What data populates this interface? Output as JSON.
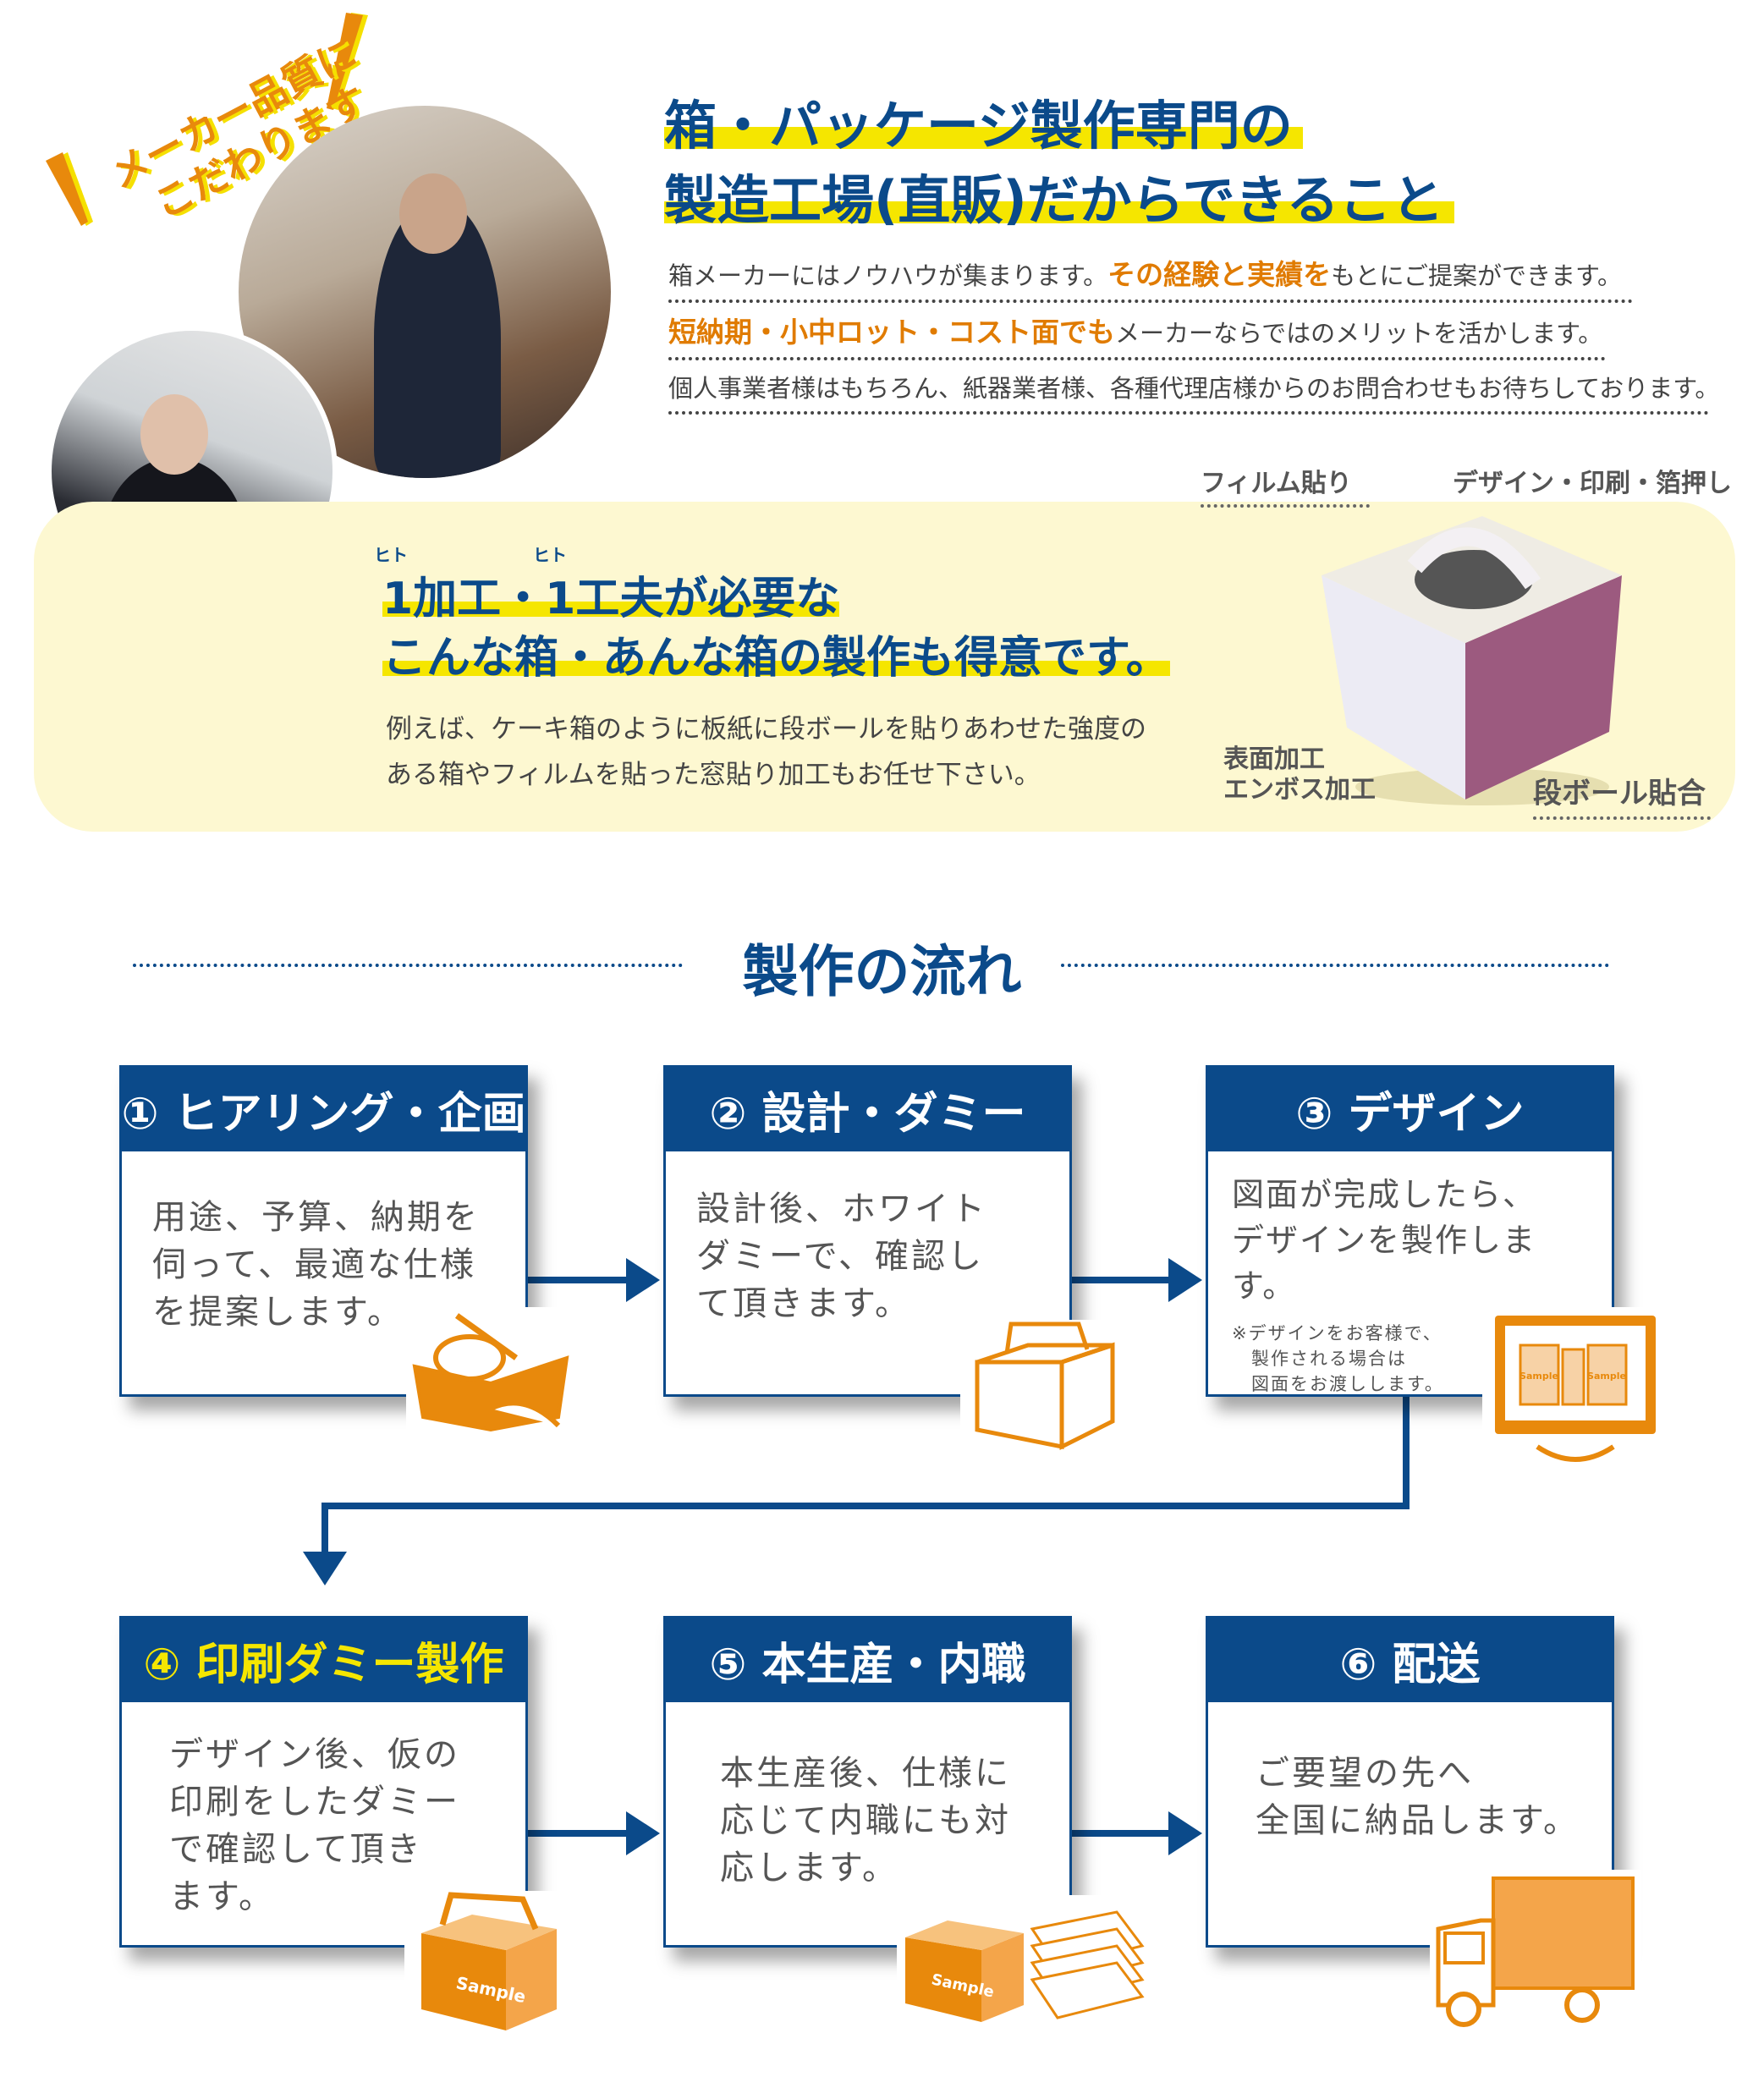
{
  "badge": {
    "line1": "メーカー品質に",
    "line2": "こだわります"
  },
  "hero": {
    "title_line1": "箱・パッケージ製作専門の",
    "title_line2": "製造工場(直販)だからできること",
    "intro": [
      {
        "pre": "箱メーカーにはノウハウが集まります。",
        "bold": "その経験と実績を",
        "post": "もとにご提案ができます。"
      },
      {
        "pre": "",
        "bold": "短納期・小中ロット・コスト面でも",
        "post": "メーカーならではのメリットを活かします。"
      },
      {
        "pre": "個人事業者様はもちろん、紙器業者様、各種代理店様からのお問合わせもお待ちしております。",
        "bold": "",
        "post": ""
      }
    ]
  },
  "special": {
    "ruby": "ヒト",
    "title_line1": "1加工・1工夫が必要な",
    "title_line2": "こんな箱・あんな箱の製作も得意です。",
    "body_line1": "例えば、ケーキ箱のように板紙に段ボールを貼りあわせた強度の",
    "body_line2": "ある箱やフィルムを貼った窓貼り加工もお任せ下さい。",
    "labels": {
      "film": "フィルム貼り",
      "design": "デザイン・印刷・箔押し",
      "surface1": "表面加工",
      "surface2": "エンボス加工",
      "corrugated": "段ボール貼合"
    }
  },
  "flow": {
    "title": "製作の流れ",
    "steps": [
      {
        "title": "① ヒアリング・企画",
        "body": [
          "用途、予算、納期を",
          "伺って、最適な仕様",
          "を提案します。"
        ]
      },
      {
        "title": "② 設計・ダミー",
        "body": [
          "設計後、ホワイト",
          "ダミーで、確認し",
          "て頂きます。"
        ]
      },
      {
        "title": "③ デザイン",
        "body": [
          "図面が完成したら、",
          "デザインを製作します。"
        ],
        "note": [
          "※デザインをお客様で、",
          "　製作される場合は",
          "　図面をお渡しします。"
        ]
      },
      {
        "title": "④ 印刷ダミー製作",
        "body": [
          "デザイン後、仮の",
          "印刷をしたダミー",
          "で確認して頂き",
          "ます。"
        ]
      },
      {
        "title": "⑤ 本生産・内職",
        "body": [
          "本生産後、仕様に",
          "応じて内職にも対",
          "応します。"
        ]
      },
      {
        "title": "⑥ 配送",
        "body": [
          "ご要望の先へ",
          "全国に納品します。"
        ]
      }
    ],
    "sample_label": "Sample"
  },
  "colors": {
    "navy": "#0b4a8a",
    "orange": "#e8890c",
    "yellow": "#f5e600",
    "panel": "#fdf8d1"
  }
}
